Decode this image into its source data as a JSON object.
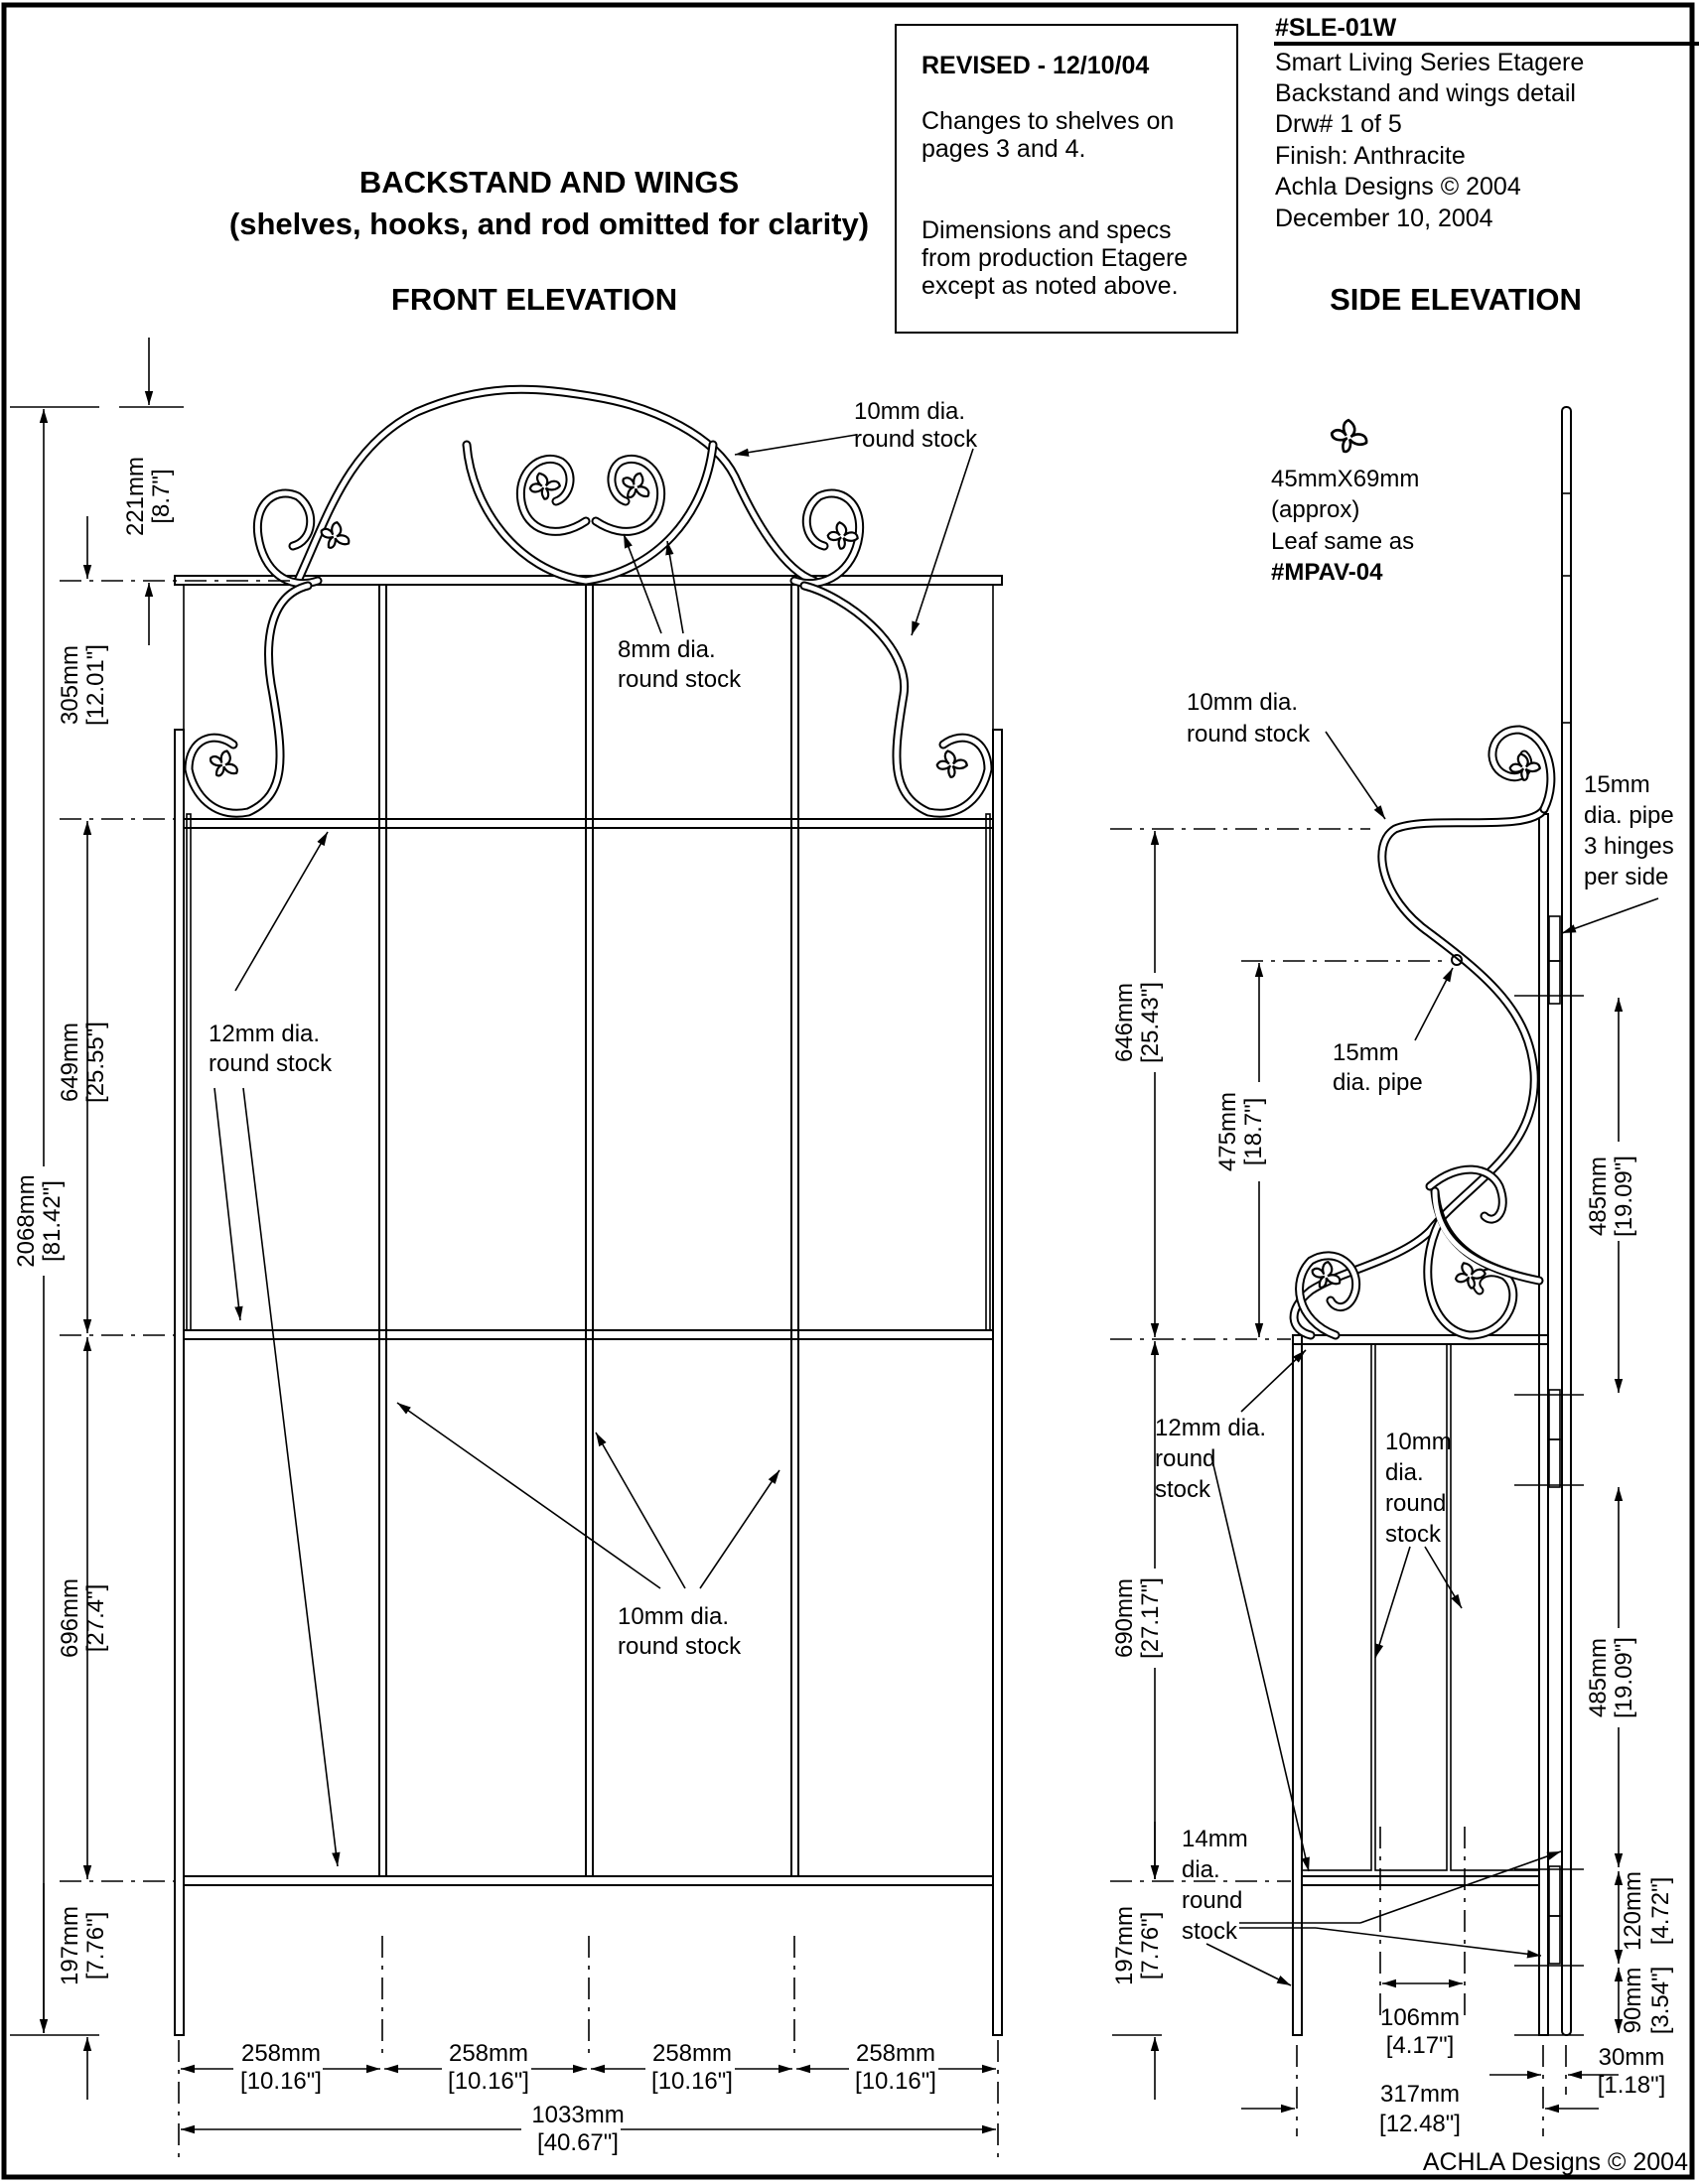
{
  "title_block": {
    "part_number": "#SLE-01W",
    "lines": [
      "Smart Living Series Etagere",
      "Backstand and wings detail",
      "Drw#  1  of  5",
      "Finish: Anthracite",
      "Achla Designs © 2004",
      "December 10, 2004"
    ]
  },
  "revision_box": {
    "heading": "REVISED - 12/10/04",
    "para1": [
      "Changes to shelves on",
      "pages 3 and 4."
    ],
    "para2": [
      "Dimensions and specs",
      "from production Etagere",
      "except as noted above."
    ]
  },
  "front": {
    "heading": "BACKSTAND AND WINGS",
    "subheading": "(shelves, hooks, and rod omitted for clarity)",
    "view_title": "FRONT ELEVATION",
    "dims_vertical": [
      {
        "mm": "221mm",
        "in": "[8.7\"]"
      },
      {
        "mm": "305mm",
        "in": "[12.01\"]"
      },
      {
        "mm": "649mm",
        "in": "[25.55\"]"
      },
      {
        "mm": "696mm",
        "in": "[27.4\"]"
      },
      {
        "mm": "197mm",
        "in": "[7.76\"]"
      }
    ],
    "dim_overall_height": {
      "mm": "2068mm",
      "in": "[81.42\"]"
    },
    "dims_horizontal": [
      {
        "mm": "258mm",
        "in": "[10.16\"]"
      },
      {
        "mm": "258mm",
        "in": "[10.16\"]"
      },
      {
        "mm": "258mm",
        "in": "[10.16\"]"
      },
      {
        "mm": "258mm",
        "in": "[10.16\"]"
      }
    ],
    "dim_overall_width": {
      "mm": "1033mm",
      "in": "[40.67\"]"
    },
    "callouts": {
      "crest_10mm": [
        "10mm dia.",
        "round stock"
      ],
      "scroll_8mm": [
        "8mm dia.",
        "round stock"
      ],
      "frame_12mm": [
        "12mm dia.",
        "round stock"
      ],
      "bars_10mm": [
        "10mm dia.",
        "round stock"
      ]
    }
  },
  "side": {
    "view_title": "SIDE ELEVATION",
    "leaf_note": [
      "45mmX69mm",
      "(approx)",
      "Leaf same as"
    ],
    "leaf_ref": "#MPAV-04",
    "callouts": {
      "top_10mm": [
        "10mm dia.",
        "round stock"
      ],
      "hinge_pipe": [
        "15mm",
        "dia. pipe",
        "3 hinges",
        "per side"
      ],
      "pipe_15mm": [
        "15mm",
        "dia. pipe"
      ],
      "frame_12mm": [
        "12mm dia.",
        "round",
        "stock"
      ],
      "bars_10mm": [
        "10mm",
        "dia.",
        "round",
        "stock"
      ],
      "base_14mm": [
        "14mm",
        "dia.",
        "round",
        "stock"
      ]
    },
    "dims_vertical": [
      {
        "mm": "646mm",
        "in": "[25.43\"]"
      },
      {
        "mm": "475mm",
        "in": "[18.7\"]"
      },
      {
        "mm": "690mm",
        "in": "[27.17\"]"
      },
      {
        "mm": "197mm",
        "in": "[7.76\"]"
      }
    ],
    "dims_hinge": [
      {
        "mm": "485mm",
        "in": "[19.09\"]"
      },
      {
        "mm": "485mm",
        "in": "[19.09\"]"
      },
      {
        "mm": "120mm",
        "in": "[4.72\"]"
      },
      {
        "mm": "90mm",
        "in": "[3.54\"]"
      }
    ],
    "dim_bar_spacing": {
      "mm": "106mm",
      "in": "[4.17\"]"
    },
    "dim_depth": {
      "mm": "317mm",
      "in": "[12.48\"]"
    },
    "dim_offset": {
      "mm": "30mm",
      "in": "[1.18\"]"
    }
  },
  "footer": {
    "copyright": "ACHLA Designs © 2004"
  }
}
